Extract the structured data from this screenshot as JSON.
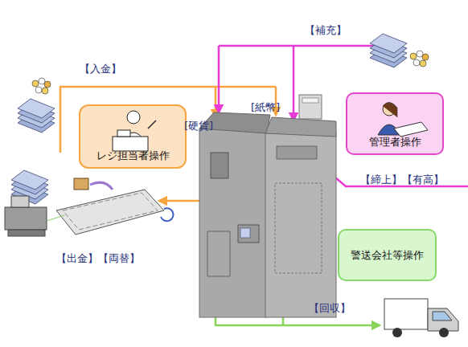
{
  "diagram": {
    "nodes": [
      {
        "text": [
          "レジ担当者操作"
        ]
      },
      {
        "text": [
          "管理者操作"
        ]
      },
      {
        "text": [
          "警送会社等操作"
        ]
      }
    ],
    "labels": [
      "【補充】",
      "【入金】",
      "[硬貨]",
      "[紙幣]",
      "【締上】【有高】",
      "【出金】【両替】",
      "【回収】"
    ]
  }
}
